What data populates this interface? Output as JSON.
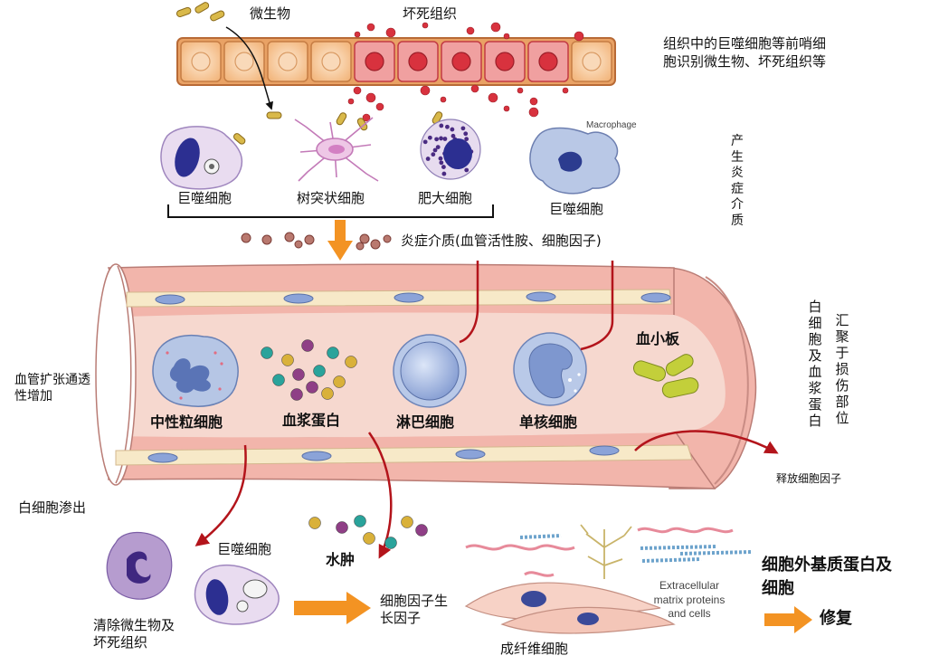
{
  "labels": {
    "microbe": "微生物",
    "necrotic_tissue": "坏死组织",
    "recognition_note": "组织中的巨噬细胞等前哨细胞识别微生物、坏死组织等",
    "macrophage_1": "巨噬细胞",
    "dendritic_cell": "树突状细胞",
    "mast_cell": "肥大细胞",
    "macrophage_en": "Macrophage",
    "macrophage_2": "巨噬细胞",
    "produce_mediators": "产生炎症介质",
    "mediators": "炎症介质(血管活性胺、细胞因子)",
    "vasodilation": "血管扩张通透性增加",
    "neutrophil": "中性粒细胞",
    "plasma_protein": "血浆蛋白",
    "lymphocyte": "淋巴细胞",
    "monocyte": "单核细胞",
    "platelet": "血小板",
    "gather_1": "白细胞及血浆蛋白",
    "gather_2": "汇聚于损伤部位",
    "release_cytokines": "释放细胞因子",
    "leukocyte_exudation": "白细胞渗出",
    "macrophage_3": "巨噬细胞",
    "edema": "水肿",
    "ecm_en": "Extracellular matrix proteins and cells",
    "ecm_cn": "细胞外基质蛋白及细胞",
    "clear_microbes": "清除微生物及坏死组织",
    "growth_factors": "细胞因子生长因子",
    "fibroblast": "成纤维细胞",
    "repair": "修复"
  },
  "colors": {
    "vessel_wall": "#f2b5ab",
    "vessel_lumen": "#f6d8cf",
    "endothelium": "#f7e9c8",
    "nucleus_blue": "#8ba3d8",
    "arrow_red": "#b3141b",
    "arrow_orange": "#f39323",
    "tissue_cell": "#f6c896",
    "necrotic_red": "#d8323e",
    "platelet_green": "#c3cf3a"
  }
}
